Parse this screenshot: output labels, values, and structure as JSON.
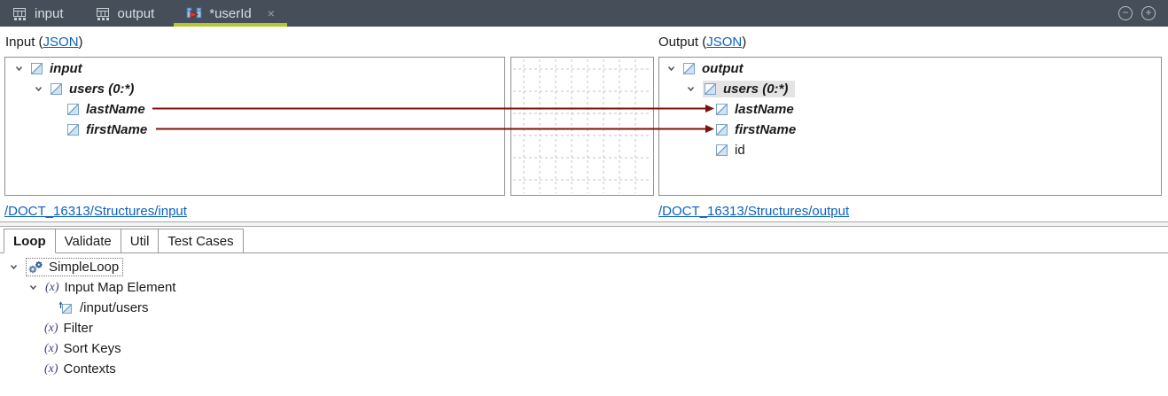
{
  "colors": {
    "tabbar_bg": "#454e59",
    "active_tab_underline": "#b2c62d",
    "mapping_line": "#7f1010",
    "link": "#0b61c2",
    "selection_bg": "#e4e4e4"
  },
  "titlebar": {
    "tabs": [
      {
        "label": "input"
      },
      {
        "label": "output"
      },
      {
        "label": "*userId",
        "active": true
      }
    ]
  },
  "icons": {
    "function_glyph": "(x)",
    "close_glyph": "×",
    "minimize_glyph": "−",
    "maximize_glyph": "+"
  },
  "mapper": {
    "input": {
      "label_prefix": "Input (",
      "format_link": "JSON",
      "label_suffix": ")",
      "tree": [
        {
          "label": "input"
        },
        {
          "label": "users (0:*)"
        },
        {
          "label": "lastName"
        },
        {
          "label": "firstName"
        }
      ],
      "path_link": "/DOCT_16313/Structures/input"
    },
    "output": {
      "label_prefix": "Output (",
      "format_link": "JSON",
      "label_suffix": ")",
      "tree": [
        {
          "label": "output"
        },
        {
          "label": "users (0:*)",
          "selected": true
        },
        {
          "label": "lastName"
        },
        {
          "label": "firstName"
        },
        {
          "label": "id"
        }
      ],
      "path_link": "/DOCT_16313/Structures/output"
    },
    "mappings": [
      {
        "from": "/input/users/lastName",
        "to": "/output/users/lastName"
      },
      {
        "from": "/input/users/firstName",
        "to": "/output/users/firstName"
      }
    ]
  },
  "bottom": {
    "tabs": [
      {
        "label": "Loop",
        "active": true
      },
      {
        "label": "Validate"
      },
      {
        "label": "Util"
      },
      {
        "label": "Test Cases"
      }
    ],
    "tree": [
      {
        "label": "SimpleLoop"
      },
      {
        "label": "Input Map Element"
      },
      {
        "label": "/input/users"
      },
      {
        "label": "Filter"
      },
      {
        "label": "Sort Keys"
      },
      {
        "label": "Contexts"
      }
    ]
  }
}
